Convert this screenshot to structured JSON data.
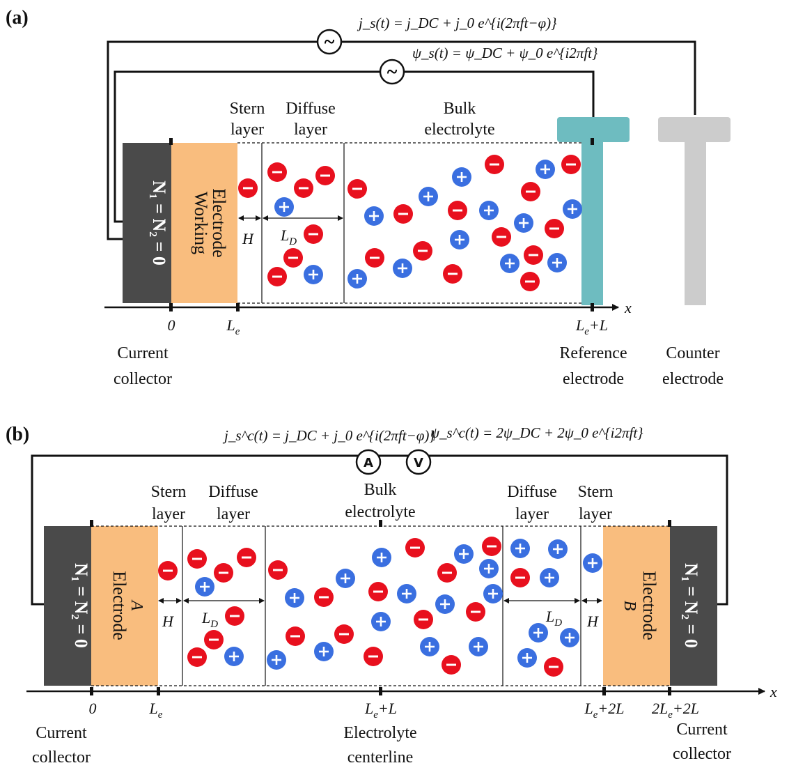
{
  "colors": {
    "collector": "#4a4a4a",
    "electrode": "#f9bd7e",
    "reference": "#6ebcc0",
    "counter": "#cccccc",
    "anion": "#e8101e",
    "cation": "#3a6fe0"
  },
  "panel_a": {
    "label": "(a)",
    "eq_current": "j_s(t) = j_DC + j_0 e^{i(2πft−φ)}",
    "eq_potential": "ψ_s(t) = ψ_DC + ψ_0 e^{i2πft}",
    "source_symbol": "~",
    "collector_label": "N₁ = N₂ = 0",
    "electrode_label_1": "Working",
    "electrode_label_2": "Electrode",
    "stern_1": "Stern",
    "stern_2": "layer",
    "diffuse_1": "Diffuse",
    "diffuse_2": "layer",
    "bulk_1": "Bulk",
    "bulk_2": "electrolyte",
    "H": "H",
    "LD": "L",
    "LD_sub": "D",
    "axis": "x",
    "tick_0": "0",
    "tick_Le": "L",
    "tick_Le_sub": "e",
    "tick_LeL": "+L",
    "current_collector_1": "Current",
    "current_collector_2": "collector",
    "reference_1": "Reference",
    "reference_2": "electrode",
    "counter_1": "Counter",
    "counter_2": "electrode"
  },
  "panel_b": {
    "label": "(b)",
    "eq_current": "j_s^c(t) = j_DC + j_0 e^{i(2πft−φ)}",
    "eq_potential": "ψ_s^c(t) = 2ψ_DC + 2ψ_0 e^{i2πft}",
    "ammeter": "A",
    "voltmeter": "V",
    "collector_label": "N₁ = N₂ = 0",
    "electrode_a_1": "Electrode",
    "electrode_a_2": "A",
    "electrode_b_1": "Electrode",
    "electrode_b_2": "B",
    "stern_1": "Stern",
    "stern_2": "layer",
    "diffuse_1": "Diffuse",
    "diffuse_2": "layer",
    "bulk_1": "Bulk",
    "bulk_2": "electrolyte",
    "H": "H",
    "LD": "L",
    "LD_sub": "D",
    "axis": "x",
    "tick_0": "0",
    "tick_Le": "L",
    "tick_Le_sub": "e",
    "tick_LeL": "+L",
    "tick_Le2L": "+2L",
    "tick_2Le2L": "2L",
    "current_collector_1": "Current",
    "current_collector_2": "collector",
    "centerline_1": "Electrolyte",
    "centerline_2": "centerline"
  }
}
